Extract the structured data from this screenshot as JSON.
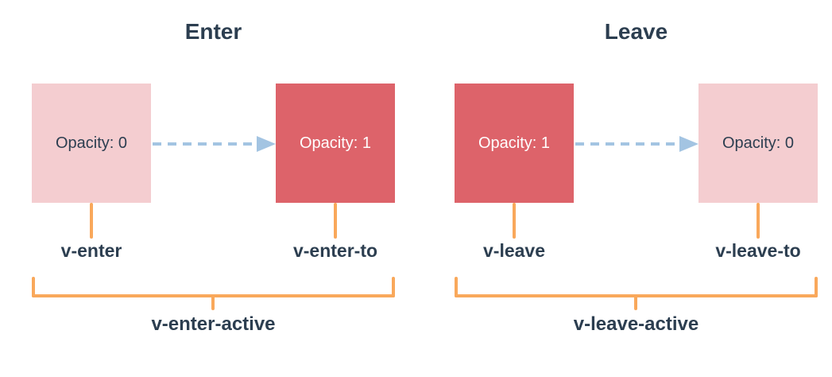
{
  "diagram": {
    "groups": [
      {
        "title": "Enter",
        "start_box": {
          "label": "Opacity: 0",
          "style": "faded"
        },
        "end_box": {
          "label": "Opacity: 1",
          "style": "solid"
        },
        "start_class_label": "v-enter",
        "end_class_label": "v-enter-to",
        "active_class_label": "v-enter-active"
      },
      {
        "title": "Leave",
        "start_box": {
          "label": "Opacity: 1",
          "style": "solid"
        },
        "end_box": {
          "label": "Opacity: 0",
          "style": "faded"
        },
        "start_class_label": "v-leave",
        "end_class_label": "v-leave-to",
        "active_class_label": "v-leave-active"
      }
    ]
  },
  "colors": {
    "faded_box": "#f4cdd0",
    "solid_box": "#dd636a",
    "arrow_blue": "#a3c4e2",
    "bracket_orange": "#f9a85b",
    "text_dark": "#2c3e50",
    "text_on_solid": "#ffffff",
    "background": "#ffffff"
  }
}
